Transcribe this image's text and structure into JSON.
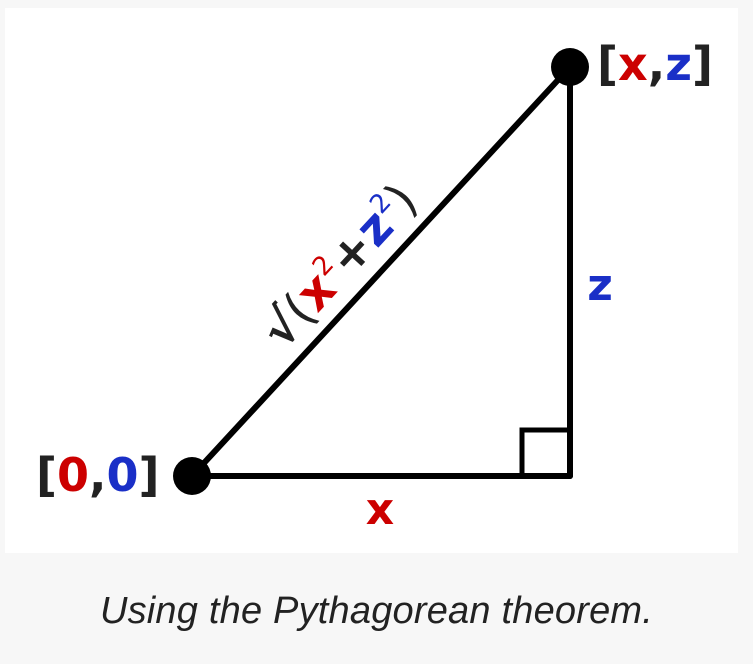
{
  "diagram": {
    "origin_label": {
      "open": "[",
      "x": "0",
      "sep": ",",
      "y": "0",
      "close": "]"
    },
    "end_label": {
      "open": "[",
      "x": "x",
      "sep": ",",
      "z": "z",
      "close": "]"
    },
    "horizontal_leg_label": "x",
    "vertical_leg_label": "z",
    "hypotenuse_label": {
      "root": "√",
      "open": "(",
      "term1": "x",
      "exp1": "2",
      "plus": "+",
      "term2": "z",
      "exp2": "2",
      "close": ")"
    },
    "colors": {
      "x_color": "#cc0000",
      "z_color": "#1a2fc7",
      "line_color": "#000000",
      "text_color": "#222222"
    }
  },
  "caption": "Using the Pythagorean theorem."
}
